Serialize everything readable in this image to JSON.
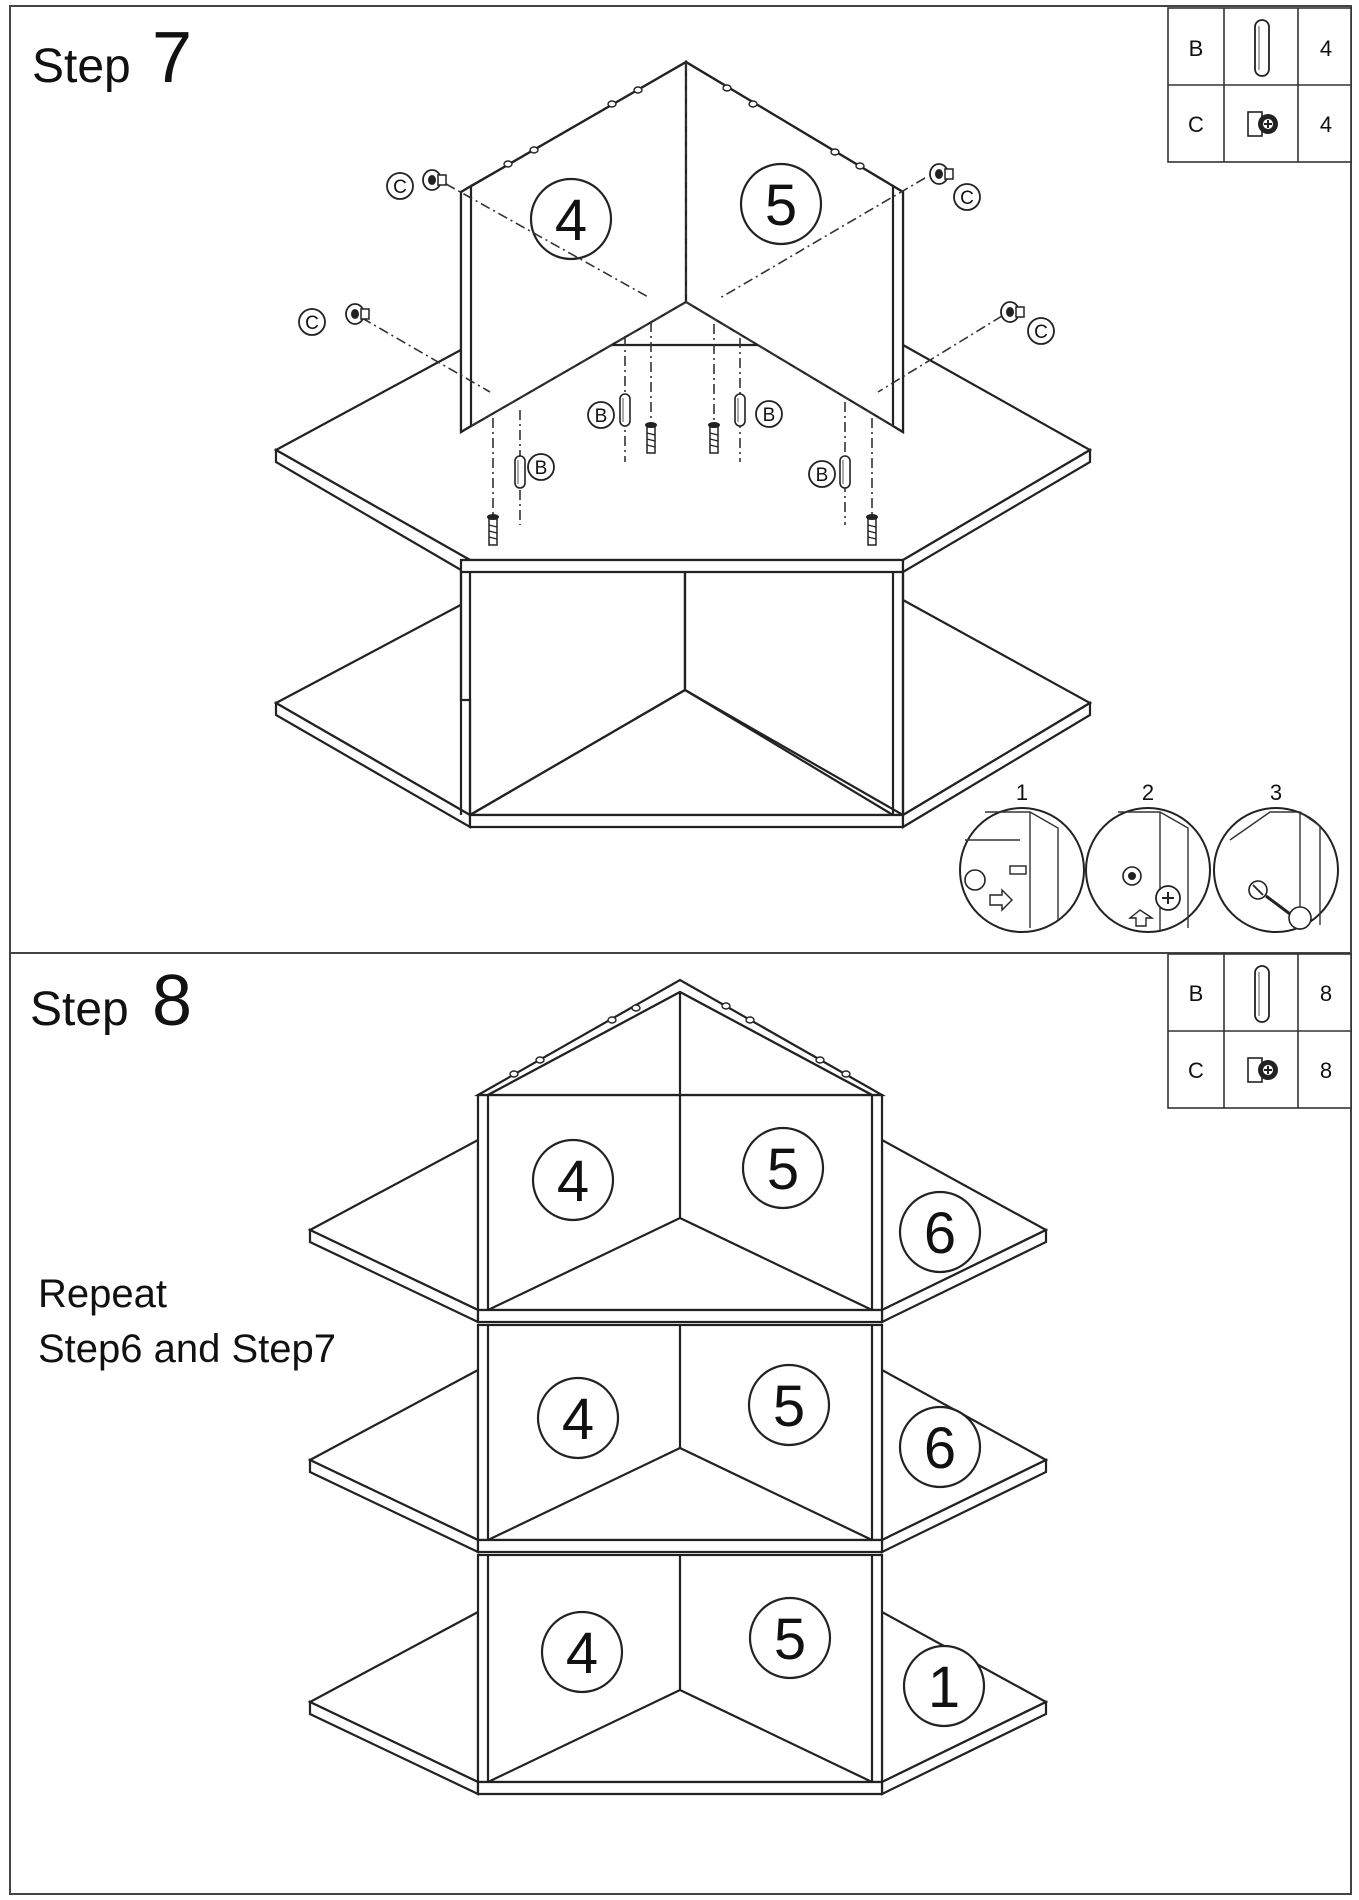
{
  "step7": {
    "title_word": "Step",
    "title_num": "7",
    "parts_table": [
      {
        "letter": "B",
        "icon": "dowel-icon",
        "qty": "4"
      },
      {
        "letter": "C",
        "icon": "cam-lock-icon",
        "qty": "4"
      }
    ],
    "panel_labels": [
      "4",
      "5"
    ],
    "callout_c": "C",
    "callout_b": "B",
    "detail_steps": [
      "1",
      "2",
      "3"
    ]
  },
  "step8": {
    "title_word": "Step",
    "title_num": "8",
    "parts_table": [
      {
        "letter": "B",
        "icon": "dowel-icon",
        "qty": "8"
      },
      {
        "letter": "C",
        "icon": "cam-lock-icon",
        "qty": "8"
      }
    ],
    "instruction_line1": "Repeat",
    "instruction_line2": "Step6 and Step7",
    "tier_labels": [
      {
        "left": "4",
        "right": "5",
        "side": "6"
      },
      {
        "left": "4",
        "right": "5",
        "side": "6"
      },
      {
        "left": "4",
        "right": "5",
        "side": "1"
      }
    ]
  }
}
